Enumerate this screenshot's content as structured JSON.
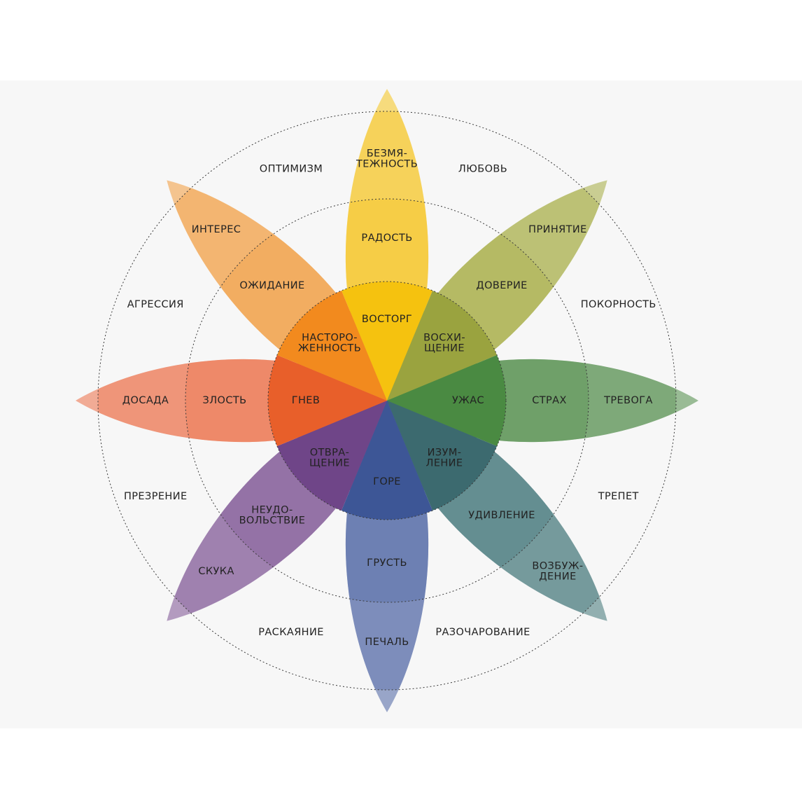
{
  "petals": [
    {
      "id": "joy",
      "color": "#f5c419",
      "inner": [
        "ВОСТОРГ"
      ],
      "middle": [
        "РАДОСТЬ"
      ],
      "outer": [
        "БЕЗМЯ-",
        "ТЕЖНОСТЬ"
      ]
    },
    {
      "id": "trust",
      "color": "#a4ac3f",
      "inner": [
        "ВОСХИ-",
        "ЩЕНИЕ"
      ],
      "middle": [
        "ДОВЕРИЕ"
      ],
      "outer": [
        "ПРИНЯТИЕ"
      ]
    },
    {
      "id": "fear",
      "color": "#4d8a45",
      "inner": [
        "УЖАС"
      ],
      "middle": [
        "СТРАХ"
      ],
      "outer": [
        "ТРЕВОГА"
      ]
    },
    {
      "id": "surprise",
      "color": "#3f7477",
      "inner": [
        "ИЗУМ-",
        "ЛЕНИЕ"
      ],
      "middle": [
        "УДИВЛЕНИЕ"
      ],
      "outer": [
        "ВОЗБУЖ-",
        "ДЕНИЕ"
      ]
    },
    {
      "id": "sadness",
      "color": "#4a62a3",
      "inner": [
        "ГОРЕ"
      ],
      "middle": [
        "ГРУСТЬ"
      ],
      "outer": [
        "ПЕЧАЛЬ"
      ]
    },
    {
      "id": "disgust",
      "color": "#7c5192",
      "inner": [
        "ОТВРА-",
        "ЩЕНИЕ"
      ],
      "middle": [
        "НЕУДО-",
        "ВОЛЬСТВИЕ"
      ],
      "outer": [
        "СКУКА"
      ]
    },
    {
      "id": "anger",
      "color": "#ec6e45",
      "inner": [
        "ГНЕВ"
      ],
      "middle": [
        "ЗЛОСТЬ"
      ],
      "outer": [
        "ДОСАДА"
      ]
    },
    {
      "id": "anticipation",
      "color": "#f29b3a",
      "inner": [
        "НАСТОРО-",
        "ЖЕННОСТЬ"
      ],
      "middle": [
        "ОЖИДАНИЕ"
      ],
      "outer": [
        "ИНТЕРЕС"
      ]
    }
  ],
  "dyads": [
    "ЛЮБОВЬ",
    "ПОКОРНОСТЬ",
    "ТРЕПЕТ",
    "РАЗОЧАРОВАНИЕ",
    "РАСКАЯНИЕ",
    "ПРЕЗРЕНИЕ",
    "АГРЕССИЯ",
    "ОПТИМИЗМ"
  ],
  "colors": {
    "background": "#ffffff",
    "panel": "#f7f7f7",
    "inner_core": {
      "joy": "#f5c20f",
      "trust": "#9aa33f",
      "fear": "#4a8a42",
      "surprise": "#3c6a6f",
      "sadness": "#3d5696",
      "disgust": "#6f4588",
      "anger": "#e85f2a",
      "anticipation": "#f28a1e"
    }
  }
}
